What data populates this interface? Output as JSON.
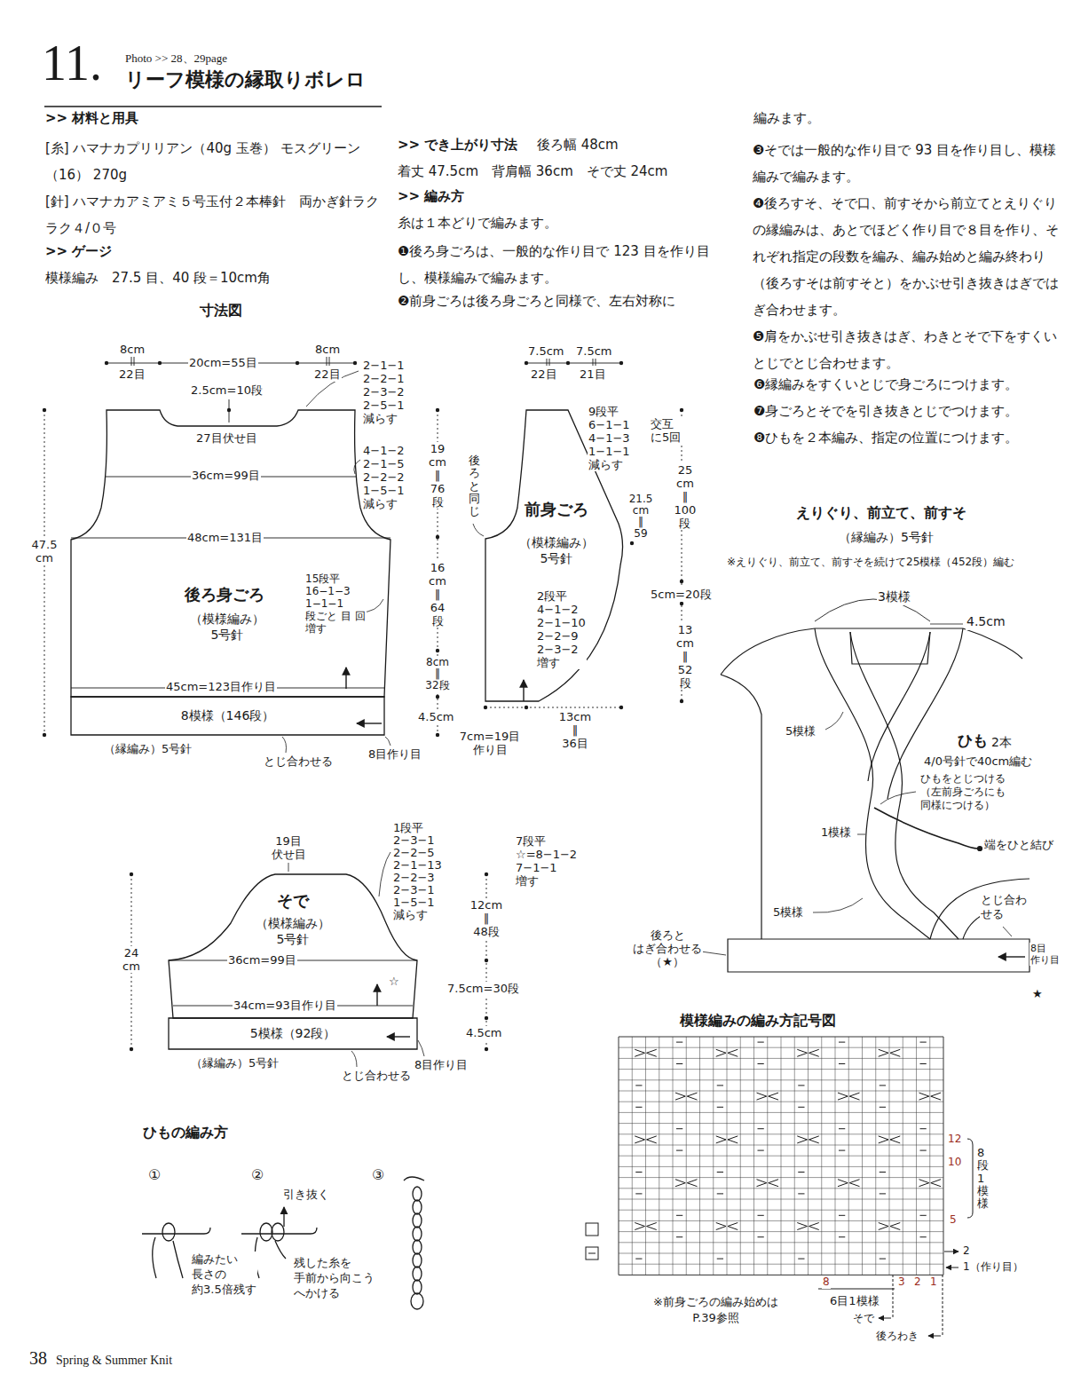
{
  "diagram": {
    "title": "リーフ模様の縁取りボレロ",
    "nodes": [
      {
        "text": [
          "後ろ身ごろ",
          "（模様編み） 5号針"
        ]
      },
      {
        "text": [
          "前身ごろ",
          "（模様編み） 5号針"
        ]
      },
      {
        "text": [
          "そで",
          "（模様編み） 5号針"
        ]
      },
      {
        "text": [
          "8模様（146段）"
        ]
      },
      {
        "text": [
          "5模様（92段）"
        ]
      }
    ],
    "labels": [
      "11.",
      "Photo >> 28、29page",
      ">> 材料と用具",
      "[糸] ハマナカプリリアン（40g 玉巻） モスグリーン（16） 270g",
      "[針] ハマナカアミアミ５号玉付２本棒針　両かぎ針ラクラク４/０号",
      ">> ゲージ",
      "模様編み　27.5 目、40 段＝10cm角",
      "寸法図",
      ">> でき上がり寸法",
      "後ろ幅 48cm",
      "着丈 47.5cm　背肩幅 36cm　そで丈 24cm",
      ">> 編み方",
      "糸は１本どりで編みます。",
      "❶後ろ身ごろは、一般的な作り目で 123 目を作り目し、模様編みで編みます。",
      "❷前身ごろは後ろ身ごろと同様で、左右対称に",
      "編みます。",
      "❸そでは一般的な作り目で 93 目を作り目し、模様編みで編みます。",
      "❹後ろすそ、そで口、前すそから前立てとえりぐりの縁編みは、あとでほどく作り目で８目を作り、それぞれ指定の段数を編み、編み始めと編み終わり（後ろすそは前すそと）をかぶせ引き抜きはぎではぎ合わせます。",
      "❺肩をかぶせ引き抜きはぎ、わきとそで下をすくいとじでとじ合わせます。",
      "❻縁編みをすくいとじで身ごろにつけます。",
      "❼身ごろとそでを引き抜きとじでつけます。",
      "❽ひもを２本編み、指定の位置につけます。",
      "8cm",
      "22目",
      "20cm=55目",
      "8cm",
      "22目",
      "2−1−1 2−2−1 2−3−2 2−5−1 減らす",
      "2.5cm=10段",
      "27目伏せ目",
      "36cm=99目",
      "4−1−2 2−1−5 2−2−2 1−5−1 減らす",
      "48cm=131目",
      "15段平 16−1−3 1−1−1 段ごと 目 回 増す",
      "45cm=123目作り目",
      "（縁編み）5号針",
      "とじ合わせる",
      "8目作り目",
      "47.5 cm",
      "19 cm ‖ 76 段",
      "16 cm ‖ 64 段",
      "8cm ‖ 32段",
      "4.5cm",
      "7.5cm",
      "7.5cm",
      "22目",
      "21目",
      "9段平 6−1−1 4−1−3 1−1−1 減らす",
      "交互に5回",
      "後ろと同じ",
      "21.5 cm ‖ 59",
      "25 cm ‖ 100 段",
      "5cm=20段",
      "13 cm ‖ 52 段",
      "7cm=19目 作り目",
      "13cm ‖ 36目",
      "えりぐり、前立て、前すそ",
      "（縁編み）5号針",
      "※えりぐり、前立て、前すそを続けて25模様（452段）編む",
      "3模様",
      "4.5cm",
      "5模様",
      "ひも",
      "2本",
      "4/0号針で40cm編む",
      "ひもをとじつける （左前身ごろにも 同様につける）",
      "端をひと結び",
      "1模様",
      "5模様",
      "とじ合わせる",
      "後ろと はぎ合わせる （★）",
      "8目 作り目",
      "★",
      "19目 伏せ目",
      "1段平 2−3−1 2−2−5 2−1−13 2−2−3 2−3−1 1−5−1 減らす",
      "7段平 ☆=8−1−2 7−1−1 増す",
      "12cm ‖ 48段",
      "7.5cm=30段",
      "4.5cm",
      "24 cm",
      "36cm=99目",
      "34cm=93目作り目",
      "☆",
      "（縁編み）5号針",
      "とじ合わせる",
      "8目作り目",
      "ひもの編み方",
      "①",
      "②",
      "③",
      "引き抜く",
      "編みたい 長さの 約3.5倍残す",
      "残した糸を 手前から向こう へかける",
      "模様編みの編み方記号図",
      "12",
      "10",
      "5",
      "8段1模様",
      "2",
      "1（作り目）",
      "8",
      "3",
      "2",
      "1",
      "6目1模様",
      "そで",
      "後ろわき",
      "※前身ごろの編み始めは P.39参照",
      "38",
      "Spring & Summer Knit",
      "2段平 4−1−2 2−1−10 2−2−9 2−3−2 増す"
    ]
  }
}
